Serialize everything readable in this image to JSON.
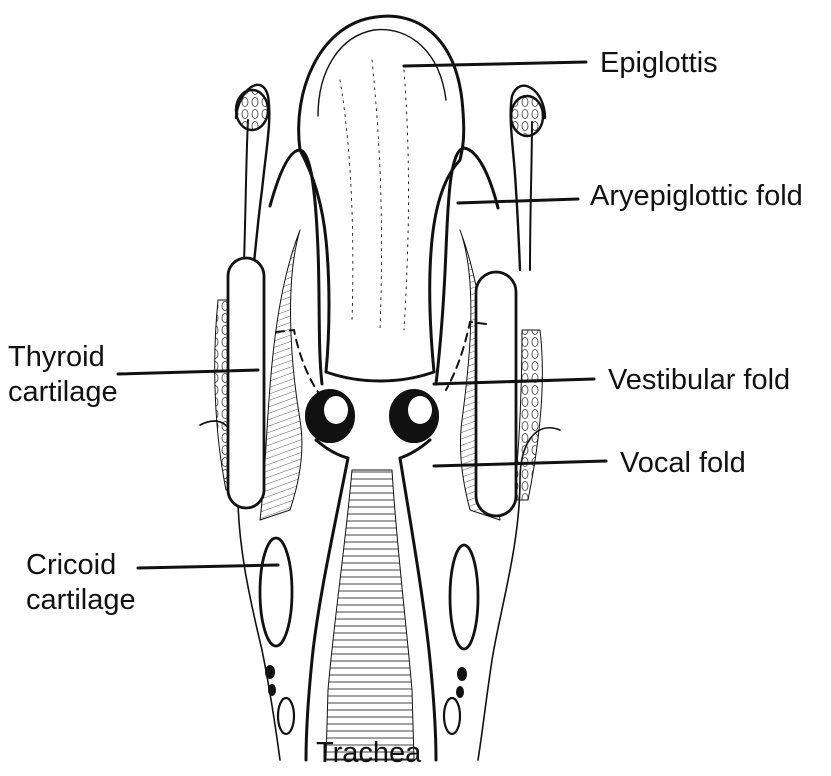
{
  "labels": {
    "epiglottis": "Epiglottis",
    "aryepiglottic_fold": "Aryepiglottic fold",
    "thyroid_cartilage_line1": "Thyroid",
    "thyroid_cartilage_line2": "cartilage",
    "vestibular_fold": "Vestibular fold",
    "vocal_fold": "Vocal fold",
    "cricoid_cartilage_line1": "Cricoid",
    "cricoid_cartilage_line2": "cartilage",
    "trachea": "Trachea"
  },
  "colors": {
    "ink": "#111111",
    "background": "#ffffff"
  }
}
